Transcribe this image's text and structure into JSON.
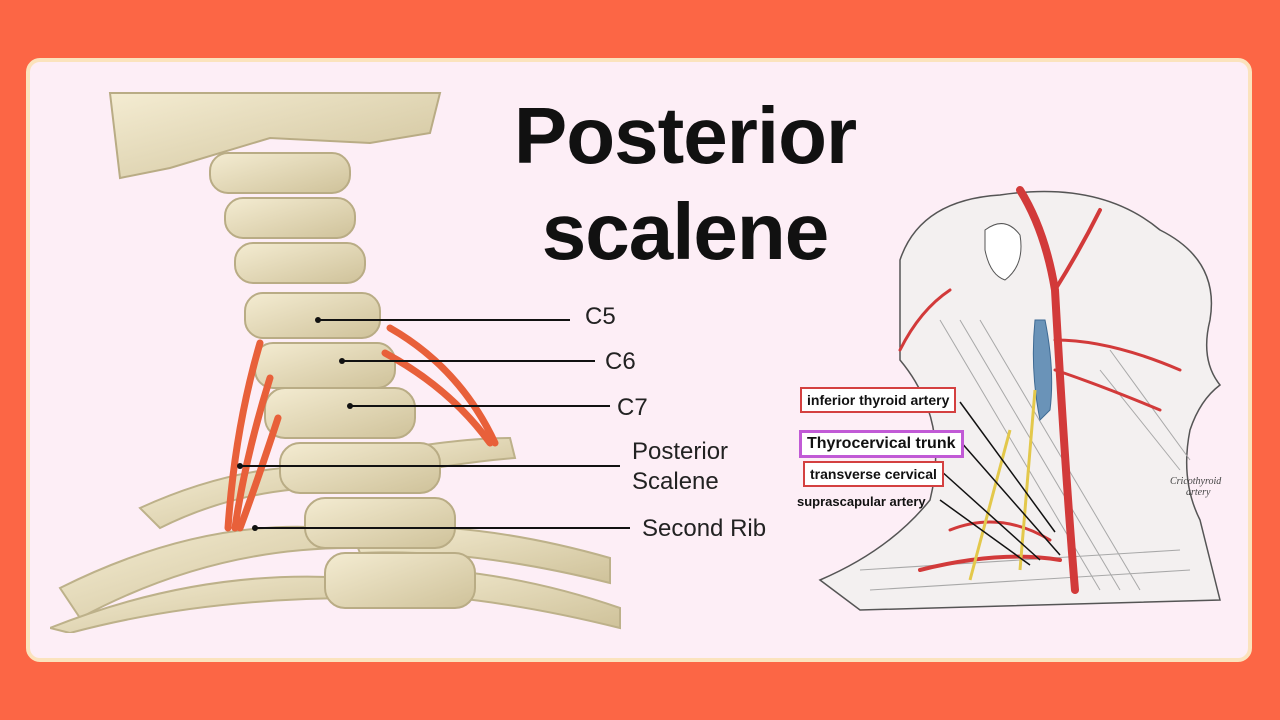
{
  "title": {
    "line1": "Posterior",
    "line2": "scalene"
  },
  "spine_labels": {
    "c5": "C5",
    "c6": "C6",
    "c7": "C7",
    "posterior_scalene_1": "Posterior",
    "posterior_scalene_2": "Scalene",
    "second_rib": "Second Rib"
  },
  "artery_labels": {
    "inferior_thyroid": "inferior thyroid artery",
    "thyrocervical": "Thyrocervical trunk",
    "transverse_cervical": "transverse cervical",
    "suprascapular": "suprascapular artery",
    "cricothyroid_1": "Cricothyroid",
    "cricothyroid_2": "artery"
  },
  "colors": {
    "background": "#fc6645",
    "card": "#fdeef6",
    "card_border": "#fbe3bd",
    "bone": "#e9dfc0",
    "muscle": "#e8603a",
    "red_box": "#d44040",
    "purple_box": "#c15ad6"
  }
}
